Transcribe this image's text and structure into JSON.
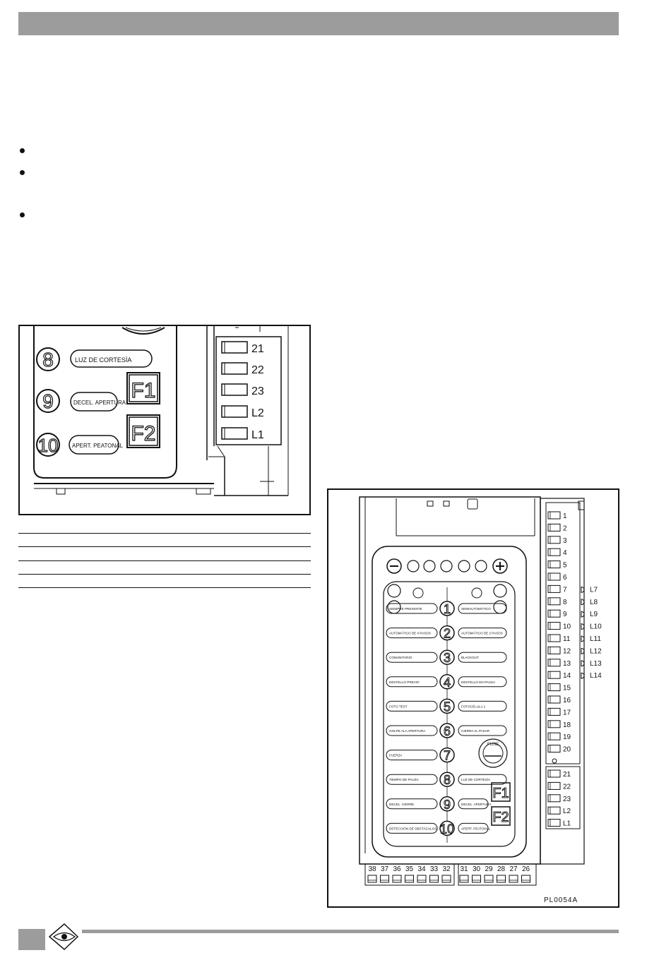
{
  "detail_figure": {
    "buttons": [
      {
        "number": "8",
        "label": "LUZ DE CORTESÍA"
      },
      {
        "number": "9",
        "label": "DECEL. APERTURA"
      },
      {
        "number": "10",
        "label": "APERT. PEATONAL"
      }
    ],
    "fkeys": [
      "F1",
      "F2"
    ],
    "terminals": [
      "21",
      "22",
      "23",
      "L2",
      "L1"
    ]
  },
  "board_figure": {
    "code": "PL0054A",
    "fuse_label": "FUSE",
    "left_labels": [
      "SIEMPRE PRESENTE",
      "AUTOMÁTICO DE 4 PASOS",
      "COMUNITARIO",
      "DESTELLO PREVIO",
      "FOTO TEST",
      "GOLPE ALA APERTURA",
      "FUERZA",
      "TIEMPO DE PAUSA",
      "DECEL. CIERRE",
      "DETECCIÓN DE OBSTÁCULOS"
    ],
    "right_labels": [
      "SEMIAUTOMÁTICO",
      "AUTOMÁTICO DE 2 PASOS",
      "BLACKOUT",
      "DESTELLO EN PAUSA",
      "FOTOCÉLULA 1",
      "CIERRA AL PASAR",
      "",
      "LUZ DE CORTESÍA",
      "DECEL. APERTURA",
      "APERT. PEATONAL"
    ],
    "numbers": [
      "1",
      "2",
      "3",
      "4",
      "5",
      "6",
      "7",
      "8",
      "9",
      "10"
    ],
    "fkeys": [
      "F1",
      "F2"
    ],
    "right_terminals": [
      "1",
      "2",
      "3",
      "4",
      "5",
      "6",
      "7",
      "8",
      "9",
      "10",
      "11",
      "12",
      "13",
      "14",
      "15",
      "16",
      "17",
      "18",
      "19",
      "20"
    ],
    "leds": [
      "L7",
      "L8",
      "L9",
      "L10",
      "L11",
      "L12",
      "L13",
      "L14"
    ],
    "lower_terminals": [
      "21",
      "22",
      "23",
      "L2",
      "L1"
    ],
    "bottom_left_terminals": [
      "38",
      "37",
      "36",
      "35",
      "34",
      "33",
      "32"
    ],
    "bottom_right_terminals": [
      "31",
      "30",
      "29",
      "28",
      "27",
      "26"
    ]
  }
}
